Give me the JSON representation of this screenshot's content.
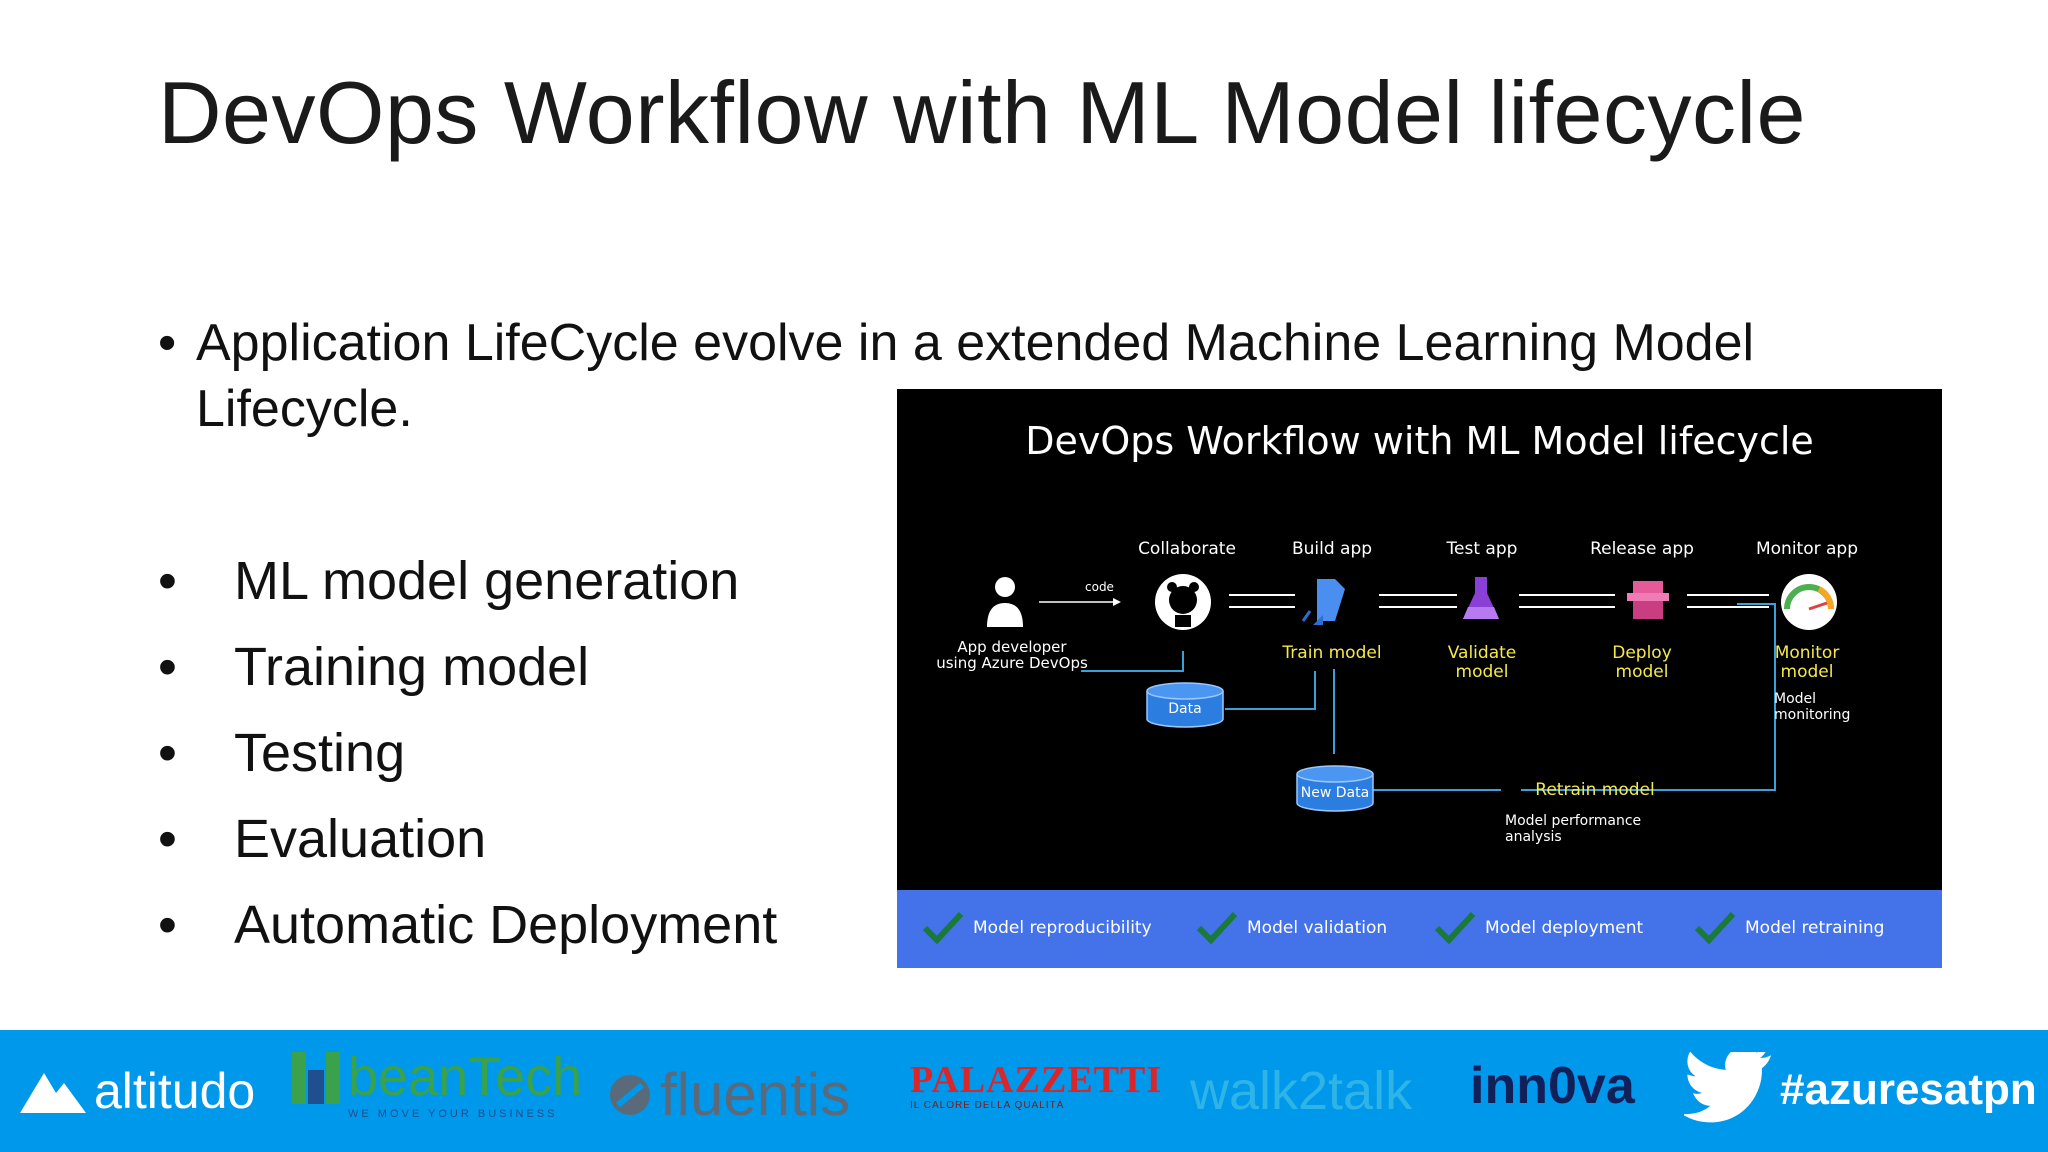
{
  "slide": {
    "title": "DevOps Workflow with ML Model lifecycle",
    "main_bullet": "Application LifeCycle evolve in a extended Machine Learning Model Lifecycle.",
    "bullet_symbol": "•",
    "sub_bullets": [
      "ML model generation",
      "Training model",
      "Testing",
      "Evaluation",
      "Automatic Deployment"
    ]
  },
  "diagram": {
    "title": "DevOps Workflow with ML Model lifecycle",
    "stages": {
      "collaborate": "Collaborate",
      "build": "Build app",
      "test": "Test app",
      "release": "Release app",
      "monitor": "Monitor app"
    },
    "app_developer": [
      "App developer",
      "using Azure DevOps"
    ],
    "code_label": "code",
    "data_label": "Data",
    "new_data_label": "New Data",
    "train_model": "Train model",
    "validate_model": [
      "Validate",
      "model"
    ],
    "deploy_model": [
      "Deploy",
      "model"
    ],
    "monitor_model": [
      "Monitor",
      "model"
    ],
    "model_monitoring": [
      "Model",
      "monitoring"
    ],
    "retrain_model": "Retrain model",
    "performance_analysis": [
      "Model performance",
      "analysis"
    ],
    "footer_items": [
      "Model reproducibility",
      "Model validation",
      "Model deployment",
      "Model retraining"
    ],
    "colors": {
      "background": "#000000",
      "footer": "#4472e8",
      "highlight": "#f5e94a",
      "connector": "#3aa0d8",
      "check": "#1a7a3a"
    }
  },
  "sponsors": {
    "altitudo": "altitudo",
    "beantech": "beanTech",
    "beantech_tagline": "WE MOVE YOUR BUSINESS",
    "fluentis": "fluentis",
    "palazzetti": "PALAZZETTI",
    "palazzetti_tagline": "IL CALORE DELLA QUALITÀ",
    "walk2talk": "walk2talk",
    "innova": "inn0va",
    "hashtag": "#azuresatpn",
    "colors": {
      "bar": "#0098ea"
    }
  }
}
